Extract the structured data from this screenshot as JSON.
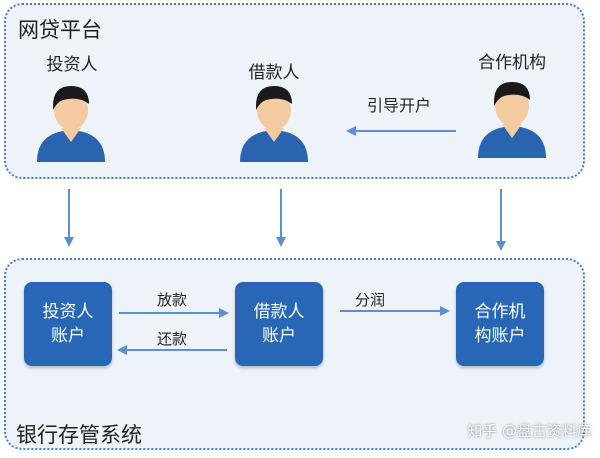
{
  "platform": {
    "title": "网贷平台"
  },
  "actors": [
    {
      "id": "investor",
      "label": "投资人"
    },
    {
      "id": "borrower",
      "label": "借款人"
    },
    {
      "id": "partner",
      "label": "合作机构"
    }
  ],
  "guide_label": "引导开户",
  "bank": {
    "title": "银行存管系统",
    "accounts": [
      {
        "id": "investor-account",
        "line1": "投资人",
        "line2": "账户"
      },
      {
        "id": "borrower-account",
        "line1": "借款人",
        "line2": "账户"
      },
      {
        "id": "partner-account",
        "line1": "合作机",
        "line2": "构账户"
      }
    ],
    "flows": {
      "lend": "放款",
      "repay": "还款",
      "split": "分润"
    }
  },
  "watermark": "知乎 @盘古资料库",
  "colors": {
    "panel_border": "#4a7fc0",
    "panel_fill": "#eef3fa",
    "account_box": "#2767b5",
    "arrow": "#5b8fd0",
    "skin": "#f4cba0",
    "hair": "#1a1a1a",
    "shirt": "#2a64b0"
  }
}
